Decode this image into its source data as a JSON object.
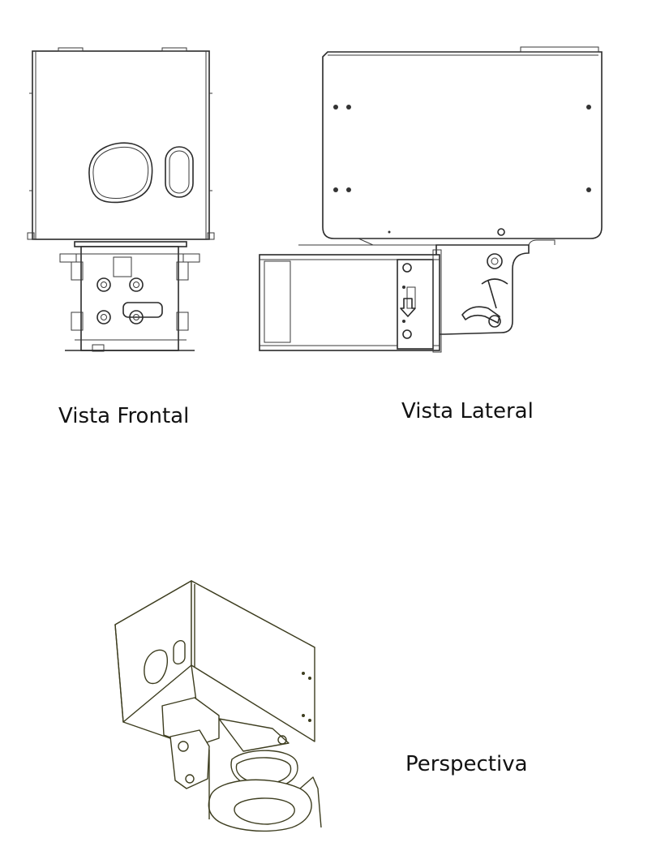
{
  "views": {
    "front": {
      "caption": "Vista Frontal"
    },
    "side": {
      "caption": "Vista Lateral"
    },
    "perspective": {
      "caption": "Perspectiva"
    }
  },
  "colors": {
    "line": "#2a2a2a",
    "perspective_line": "#3d3d1f",
    "text": "#111111"
  }
}
